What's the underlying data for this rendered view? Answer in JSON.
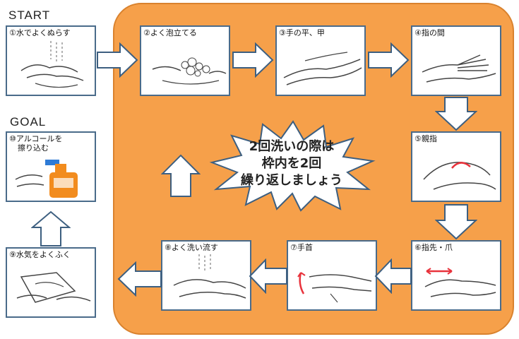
{
  "start_label": "START",
  "goal_label": "GOAL",
  "steps": [
    {
      "label": "①水でよくぬらす"
    },
    {
      "label": "②よく泡立てる"
    },
    {
      "label": "③手の平、甲"
    },
    {
      "label": "④指の間"
    },
    {
      "label": "⑤親指"
    },
    {
      "label": "⑥指先・爪"
    },
    {
      "label": "⑦手首"
    },
    {
      "label": "⑧よく洗い流す"
    },
    {
      "label": "⑨水気をよくふく"
    },
    {
      "label_line1": "⑩アルコールを",
      "label_line2": "擦り込む"
    }
  ],
  "center": {
    "line1": "2回洗いの際は",
    "line2": "枠内を2回",
    "line3": "繰り返しましょう"
  },
  "colors": {
    "frame_fill": "#f6a04a",
    "frame_border": "#d9822e",
    "card_border": "#4a6b8a",
    "arrow_fill": "#ffffff",
    "arrow_stroke": "#3d5f80",
    "accent_red": "#e8333c",
    "bottle_orange": "#f28c1e",
    "nozzle_blue": "#2e7bd6"
  }
}
